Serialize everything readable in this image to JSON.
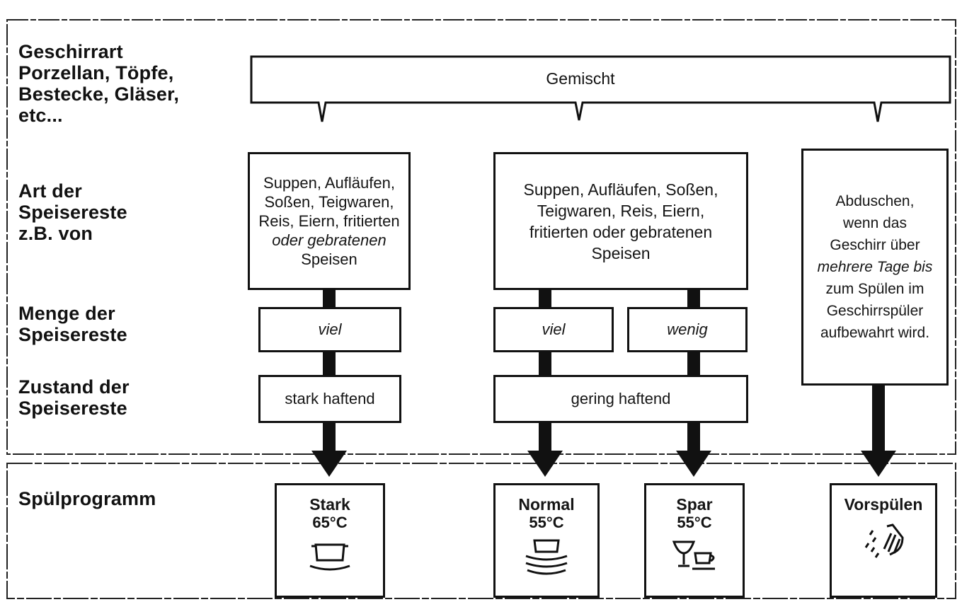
{
  "labels": {
    "geschirrart": [
      "Geschirrart",
      "Porzellan, Töpfe,",
      "Bestecke, Gläser,",
      "etc..."
    ],
    "art": [
      "Art der",
      "Speisereste",
      "z.B. von"
    ],
    "menge": [
      "Menge der",
      "Speisereste"
    ],
    "zustand": [
      "Zustand der",
      "Speisereste"
    ],
    "programm": "Spülprogramm"
  },
  "mixed": "Gemischt",
  "food": {
    "col1": [
      "Suppen, Aufläufen,",
      "Soßen, Teigwaren,",
      "Reis, Eiern, fritierten",
      "oder gebratenen",
      "Speisen"
    ],
    "col2": [
      "Suppen, Aufläufen, Soßen,",
      "Teigwaren, Reis, Eiern,",
      "fritierten oder gebratenen",
      "Speisen"
    ],
    "col4": [
      "Abduschen,",
      "wenn das",
      "Geschirr über",
      "mehrere Tage bis",
      "zum Spülen im",
      "Geschirrspüler",
      "aufbewahrt wird."
    ]
  },
  "quantity": {
    "col1": "viel",
    "col2": "viel",
    "col3": "wenig"
  },
  "condition": {
    "col1": "stark haftend",
    "col2": "gering haftend"
  },
  "programs": [
    {
      "name": "Stark",
      "temp": "65°C",
      "icon": "pot-icon"
    },
    {
      "name": "Normal",
      "temp": "55°C",
      "icon": "stacked-dishes-icon"
    },
    {
      "name": "Spar",
      "temp": "55°C",
      "icon": "glass-and-cup-icon"
    },
    {
      "name": "Vorspülen",
      "temp": "",
      "icon": "shower-icon"
    }
  ]
}
